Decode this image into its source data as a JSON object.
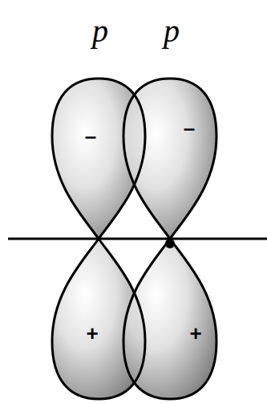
{
  "diagram": {
    "labels": [
      "p",
      "p",
      "–",
      "–",
      "+",
      "+"
    ]
  }
}
